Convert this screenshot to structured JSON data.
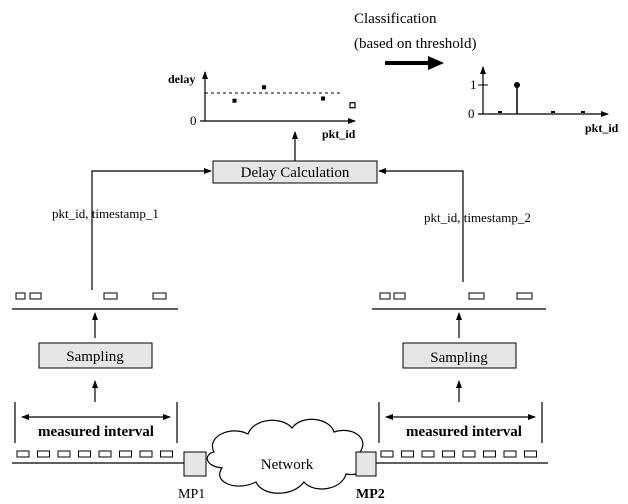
{
  "labels": {
    "classification_line1": "Classification",
    "classification_line2": "(based on threshold)",
    "delay_axis": "delay",
    "zero_tick_left": "0",
    "pkt_id_left_axis": "pkt_id",
    "one_tick_right": "1",
    "zero_tick_right": "0",
    "pkt_id_right_axis": "pkt_id",
    "delay_calculation": "Delay Calculation",
    "pkt_timestamp_1": "pkt_id, timestamp_1",
    "pkt_timestamp_2": "pkt_id, timestamp_2",
    "sampling_left": "Sampling",
    "sampling_right": "Sampling",
    "measured_interval_left": "measured interval",
    "measured_interval_right": "measured interval",
    "network": "Network",
    "mp1": "MP1",
    "mp2": "MP2"
  },
  "chart_data": [
    {
      "type": "scatter",
      "ylabel": "delay",
      "xlabel": "pkt_id",
      "y_ticks": [
        "0"
      ],
      "threshold_line": "dashed",
      "points": [
        {
          "x": 1,
          "y": 0.45,
          "marker": "filled"
        },
        {
          "x": 2,
          "y": 0.75,
          "marker": "filled"
        },
        {
          "x": 4,
          "y": 0.5,
          "marker": "filled"
        },
        {
          "x": 5,
          "y": 0.35,
          "marker": "hollow"
        }
      ]
    },
    {
      "type": "stem",
      "xlabel": "pkt_id",
      "y_ticks": [
        "0",
        "1"
      ],
      "points": [
        {
          "x": 1,
          "y": 0
        },
        {
          "x": 2,
          "y": 1
        },
        {
          "x": 3,
          "y": 0
        },
        {
          "x": 4,
          "y": 0
        }
      ]
    }
  ],
  "colors": {
    "box_fill": "#e6e6e6",
    "stroke": "#000000"
  }
}
